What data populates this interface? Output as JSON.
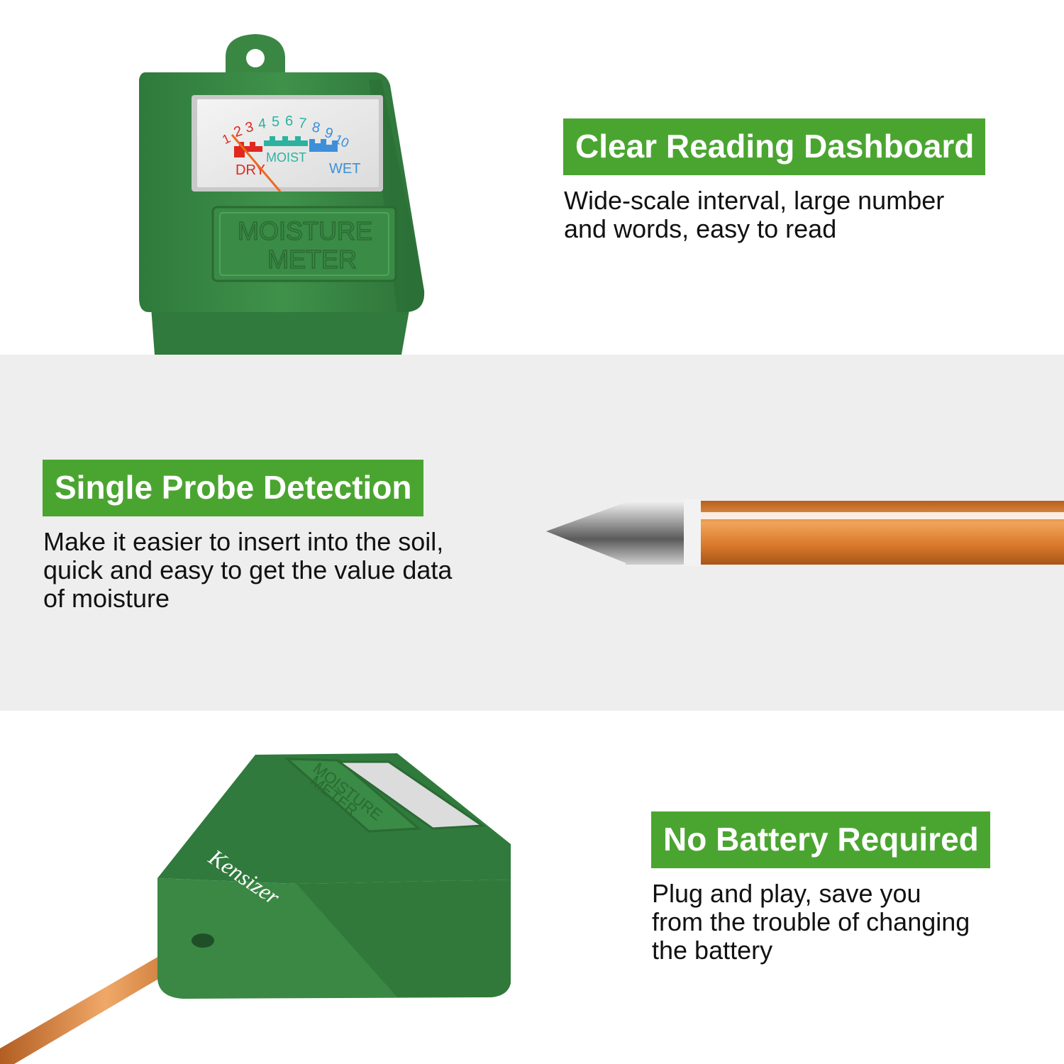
{
  "features": [
    {
      "title": "Clear Reading Dashboard",
      "lines": [
        "Wide-scale interval, large number",
        "and words, easy to read"
      ]
    },
    {
      "title": "Single Probe Detection",
      "lines": [
        "Make it easier to insert into the soil,",
        "quick and easy to get the value data",
        "of moisture"
      ]
    },
    {
      "title": "No Battery Required",
      "lines": [
        "Plug and play, save you",
        "from the trouble of changing",
        "the battery"
      ]
    }
  ],
  "meter": {
    "scale_numbers": [
      "1",
      "2",
      "3",
      "4",
      "5",
      "6",
      "7",
      "8",
      "9",
      "10"
    ],
    "dry_label": "DRY",
    "moist_label": "MOIST",
    "wet_label": "WET",
    "plate_line1": "MOISTURE",
    "plate_line2": "METER",
    "needle_reading": 2,
    "brand": "Kensizer"
  },
  "colors": {
    "accent_green": "#4aa530",
    "body_green": "#3c8a46",
    "dry_red": "#e0281e",
    "moist_teal": "#2bb3a0",
    "wet_blue": "#3c8fd8",
    "probe_orange": "#d9782a"
  },
  "icons": [
    "meter-dial-icon",
    "probe-tip-icon",
    "meter-side-icon"
  ]
}
